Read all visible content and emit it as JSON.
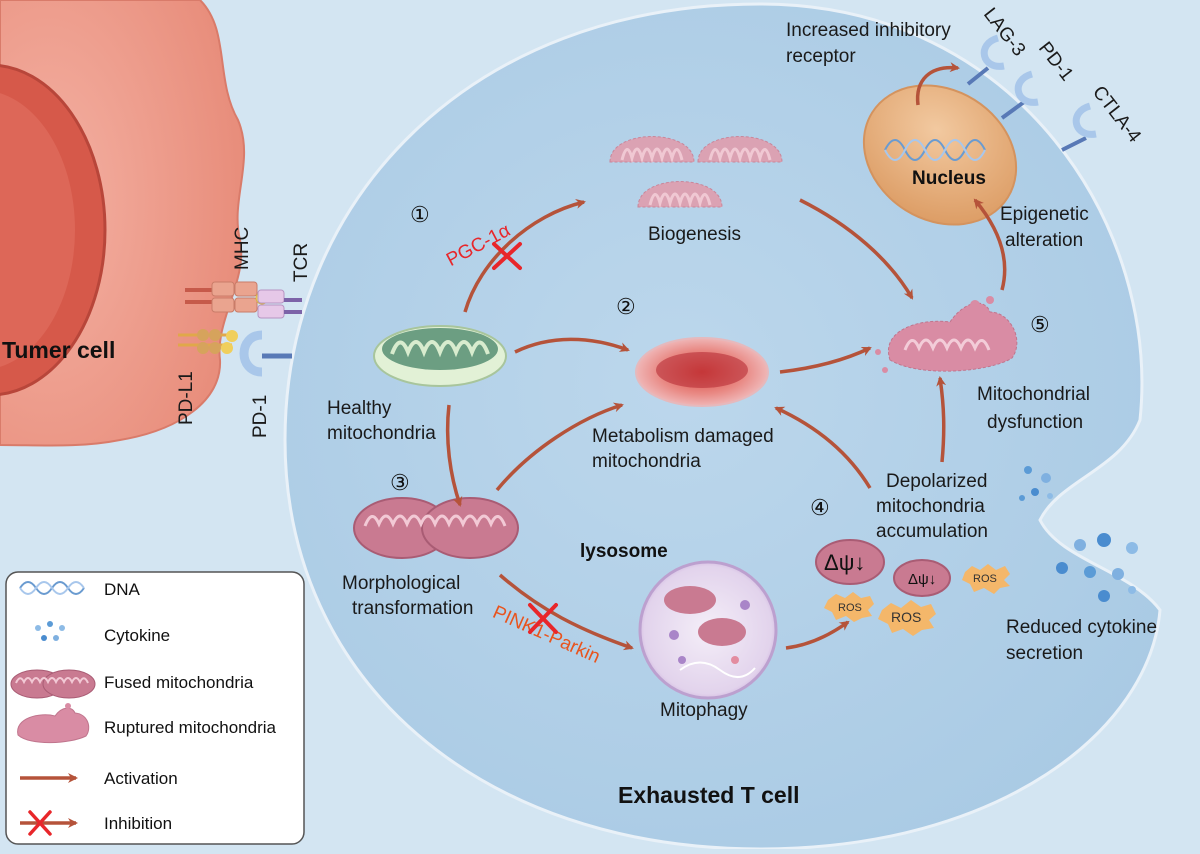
{
  "labels": {
    "tumor_cell": "Tumer cell",
    "mhc": "MHC",
    "tcr": "TCR",
    "pd_l1": "PD-L1",
    "pd_1_surface": "PD-1",
    "healthy_line1": "Healthy",
    "healthy_line2": "mitochondria",
    "step1": "①",
    "step2": "②",
    "step3": "③",
    "step4": "④",
    "step5": "⑤",
    "pgc": "PGC-1α",
    "biogenesis": "Biogenesis",
    "metab_line1": "Metabolism damaged",
    "metab_line2": "mitochondria",
    "morph_line1": "Morphological",
    "morph_line2": "transformation",
    "pink": "PINK1-Parkin",
    "lysosome": "lysosome",
    "mitophagy": "Mitophagy",
    "depol_line1": "Depolarized",
    "depol_line2": "mitochondria",
    "depol_line3": "accumulation",
    "delta_big": "Δψ↓",
    "delta_small": "Δψ↓",
    "ros": "ROS",
    "dysf_line1": "Mitochondrial",
    "dysf_line2": "dysfunction",
    "epi_line1": "Epigenetic",
    "epi_line2": "alteration",
    "nucleus": "Nucleus",
    "incr_line1": "Increased inhibitory",
    "incr_line2": "receptor",
    "lag3": "LAG-3",
    "pd1_receptor": "PD-1",
    "ctla4": "CTLA-4",
    "reduced_line1": "Reduced cytokine",
    "reduced_line2": "secretion",
    "exhausted": "Exhausted T cell"
  },
  "legend": {
    "dna": "DNA",
    "cytokine": "Cytokine",
    "fused": "Fused mitochondria",
    "ruptured": "Ruptured mitochondria",
    "activation": "Activation",
    "inhibition": "Inhibition"
  },
  "colors": {
    "background": "#d3e5f2",
    "t_cell": "#b5d2e9",
    "tumor": "#f0a091",
    "arrow": "#b5533a",
    "inhibit": "#e8262a",
    "pgc_text": "#e8262a",
    "pink_text": "#e8541e",
    "nucleus": "#e8b07f"
  }
}
